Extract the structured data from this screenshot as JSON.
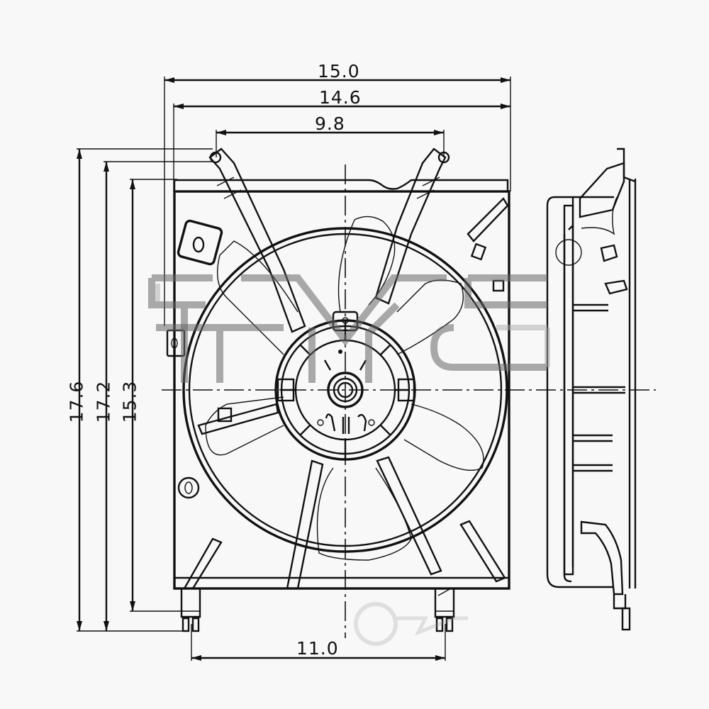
{
  "title": "Radiator Fan Assembly Technical Drawing",
  "watermarks": [
    "TYC logo",
    "ebay-style faint logo"
  ],
  "dimensions": {
    "width_overall": "15.0",
    "width_shroud": "14.6",
    "mount_hole_spacing_top": "9.8",
    "height_overall": "17.6",
    "height_mid": "17.2",
    "height_shroud": "15.3",
    "mount_spacing_bottom": "11.0"
  },
  "views": [
    "front-view",
    "side-view"
  ],
  "colors": {
    "line": "#111111",
    "background": "#f8f8f8"
  }
}
